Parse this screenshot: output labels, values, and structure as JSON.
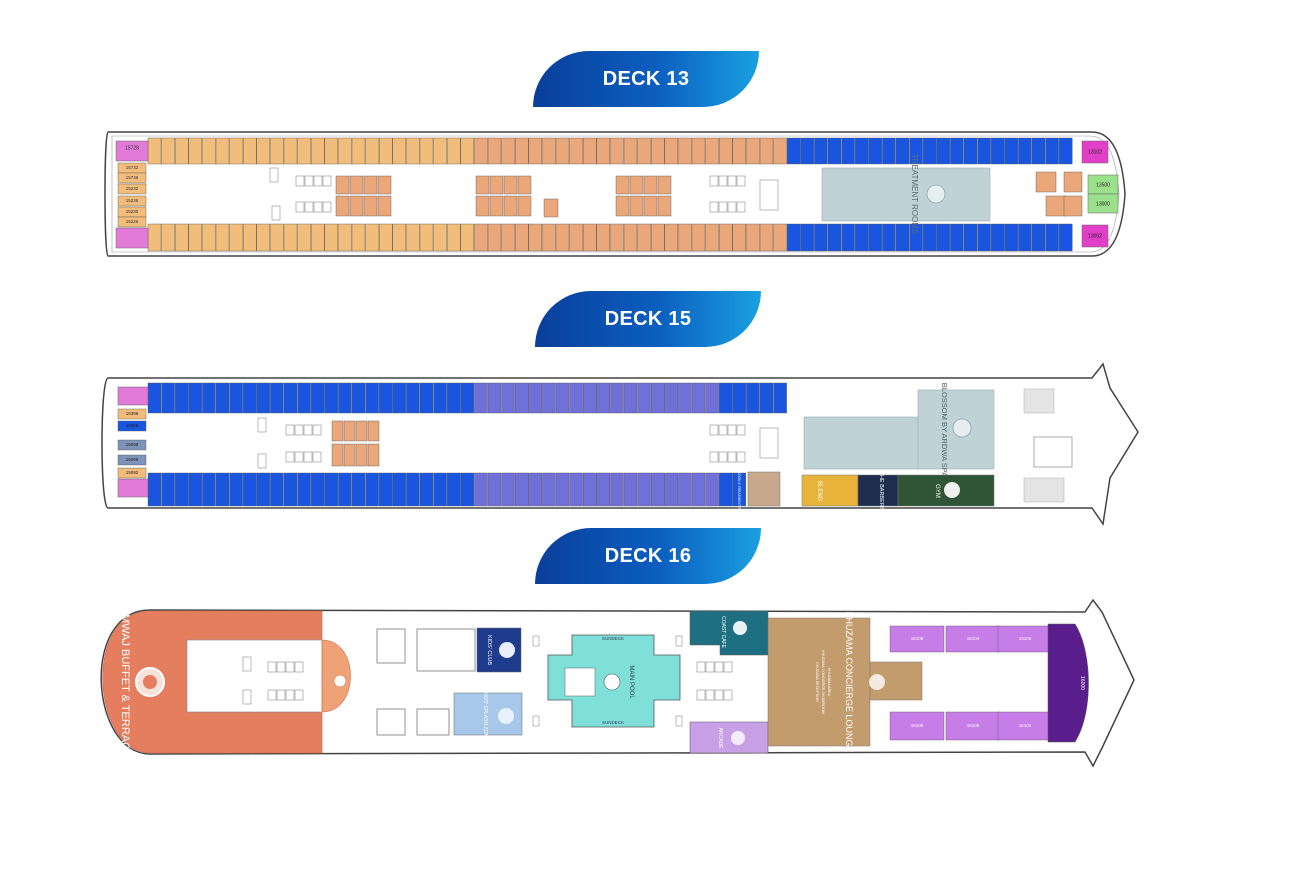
{
  "decks": [
    {
      "title": "DECK 13"
    },
    {
      "title": "DECK 15"
    },
    {
      "title": "DECK 16"
    }
  ],
  "colors": {
    "title_gradient_start": "#0a3e9a",
    "title_gradient_end": "#1aa0e0",
    "orange_cabin": "#f2bd7a",
    "salmon_cabin": "#e9a77a",
    "blue_cabin": "#1a55e0",
    "lavender_cabin": "#7070d8",
    "pink_suite": "#e27ad8",
    "magenta_suite": "#e23fc8",
    "green_cabin": "#9be08a",
    "grey_cabin": "#7d93b8",
    "spa": "#bfd2d6",
    "buffet": "#e47e5e",
    "pool": "#7fe0da",
    "concierge": "#c39c6e",
    "purple_suite": "#c77de8",
    "dark_purple_suite": "#5a1e8c"
  },
  "deck13": {
    "aft_cabins": [
      "15728",
      "15732",
      "15736",
      "15232",
      "15236",
      "15230",
      "15226"
    ],
    "fwd_cabins": [
      "13102",
      "13500",
      "13000",
      "13002"
    ],
    "room": "TREATMENT ROOMS"
  },
  "deck15": {
    "aft_cabins": [
      "15392",
      "15396",
      "15398",
      "15098",
      "15096",
      "15092",
      "15090"
    ],
    "venues": [
      "BLOSSOM BY ARDWA SPA",
      "BLEND",
      "THE BARBERS",
      "GYM",
      "RELAXATION & TREATMENT ROOMS"
    ]
  },
  "deck16": {
    "venues": {
      "buffet": "AMWAJ BUFFET & TERRACE",
      "pool": "MAIN POOL",
      "sundeck_top": "SUNDECK",
      "sundeck_bottom": "SUNDECK",
      "concierge": "KHUZAMA CONCIERGE LOUNGE",
      "kids": "KIDS' CLUB",
      "splash": "KIDS' SPLASH ZONE",
      "cafe": "COAST CAFE",
      "arcade": "ARCADE"
    },
    "concierge_items": [
      "KHUZAMA AREA",
      "KHUZAMA CONCIERGE SHOWROOM",
      "KHUZAMA RECEPTION"
    ],
    "suite_cabins": [
      "16108",
      "16104",
      "16100",
      "16005",
      "16109",
      "16105",
      "16101"
    ],
    "owner_suite": "16000"
  }
}
